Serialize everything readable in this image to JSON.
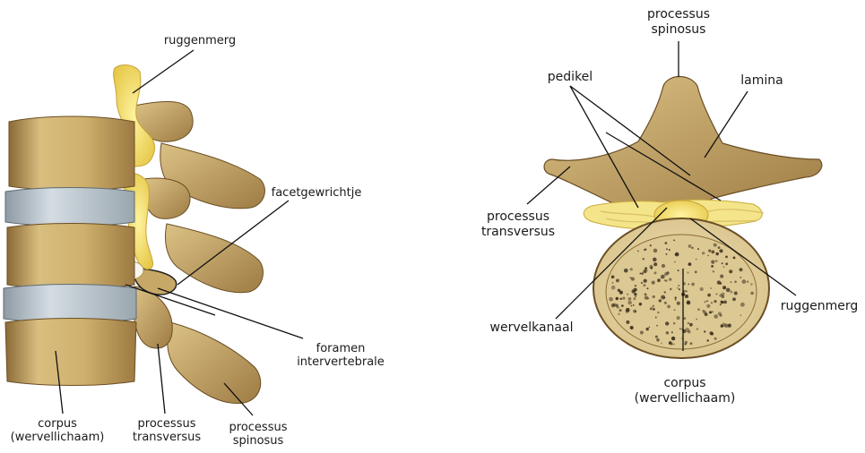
{
  "colors": {
    "bone": "#d6b876",
    "bone_dark": "#a8844a",
    "bone_shadow": "#7a5c2e",
    "disc": "#b8c4cc",
    "cord": "#f2e27a",
    "outline": "#2a2a2a",
    "pore": "#3a2e1e"
  },
  "left_view": {
    "label_ruggenmerg": "ruggenmerg",
    "label_facetgewrichtje": "facetgewrichtje",
    "label_foramen_1": "foramen",
    "label_foramen_2": "intervertebrale",
    "label_corpus_1": "corpus",
    "label_corpus_2": "(wervellichaam)",
    "label_transversus_1": "processus",
    "label_transversus_2": "transversus",
    "label_spinosus_1": "processus",
    "label_spinosus_2": "spinosus"
  },
  "right_view": {
    "label_spinosus_1": "processus",
    "label_spinosus_2": "spinosus",
    "label_pedikel": "pedikel",
    "label_lamina": "lamina",
    "label_transversus_1": "processus",
    "label_transversus_2": "transversus",
    "label_ruggenmerg": "ruggenmerg",
    "label_wervelkanaal": "wervelkanaal",
    "label_corpus_1": "corpus",
    "label_corpus_2": "(wervellichaam)"
  }
}
